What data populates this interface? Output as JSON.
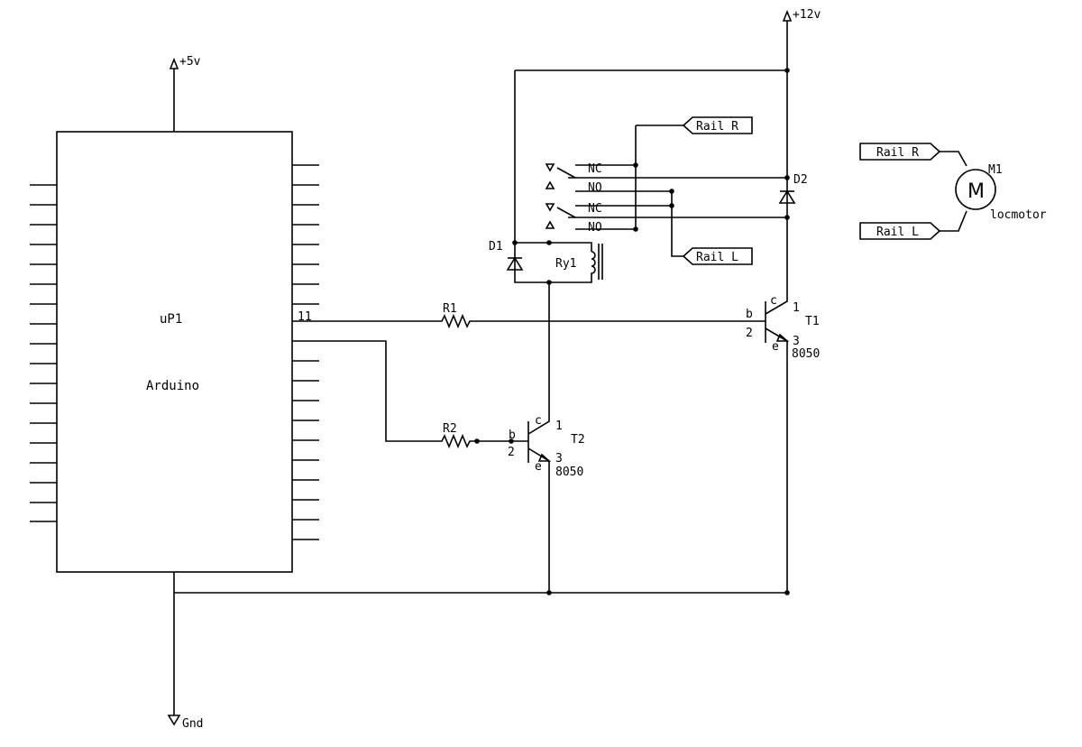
{
  "power": {
    "vcc5": "+5v",
    "vcc12": "+12v",
    "ground": "Gnd"
  },
  "microcontroller": {
    "ref": "uP1",
    "name": "Arduino",
    "pin": "11"
  },
  "resistors": {
    "r1": "R1",
    "r2": "R2"
  },
  "transistor_t1": {
    "ref": "T1",
    "part": "8050",
    "base": "b",
    "collector": "c",
    "emitter": "e",
    "pin_c": "1",
    "pin_b": "2",
    "pin_e": "3"
  },
  "transistor_t2": {
    "ref": "T2",
    "part": "8050",
    "base": "b",
    "collector": "c",
    "emitter": "e",
    "pin_c": "1",
    "pin_b": "2",
    "pin_e": "3"
  },
  "diodes": {
    "d1": "D1",
    "d2": "D2"
  },
  "relay": {
    "ref": "Ry1",
    "nc1": "NC",
    "no1": "NO",
    "nc2": "NC",
    "no2": "NO"
  },
  "rails": {
    "right": "Rail R",
    "left": "Rail L"
  },
  "motor": {
    "ref": "M1",
    "symbol": "M",
    "name": "locmotor"
  }
}
